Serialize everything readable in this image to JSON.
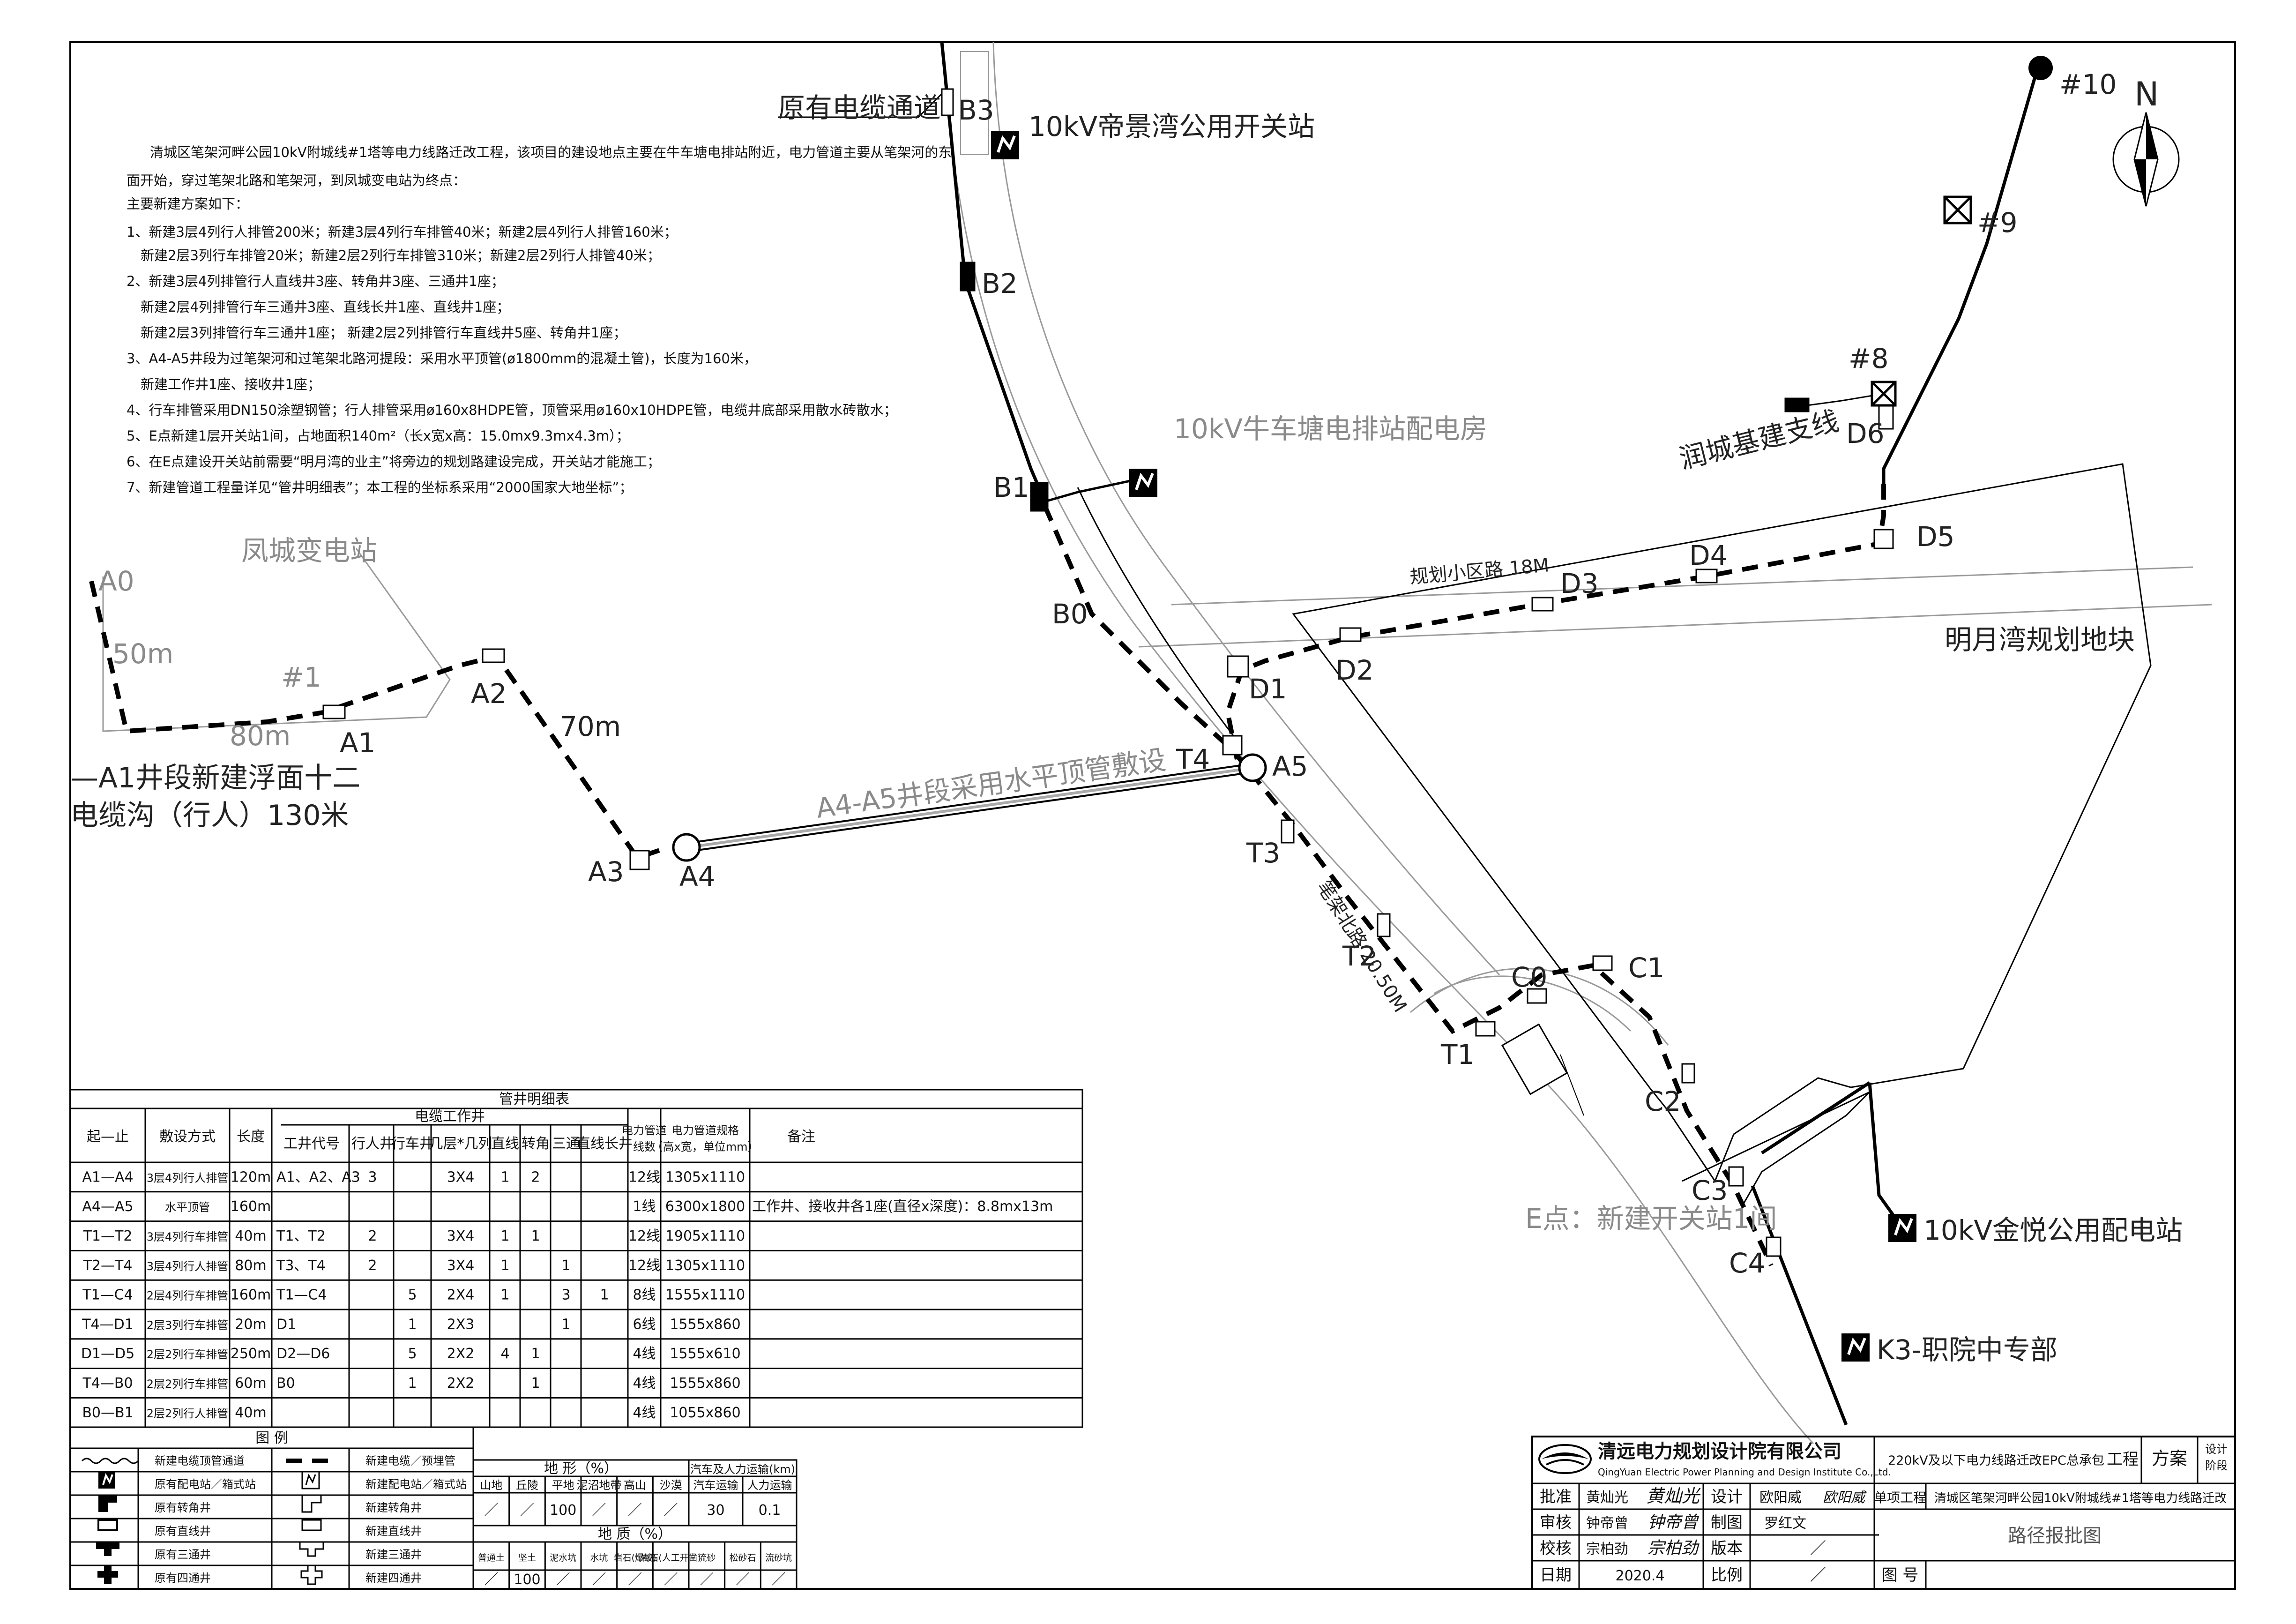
{
  "labels": {
    "b3": "B3",
    "b2": "B2",
    "b1": "B1",
    "b0": "B0",
    "a0": "A0",
    "a1": "A1",
    "a2": "A2",
    "a3": "A3",
    "a4": "A4",
    "a5": "A5",
    "t1": "T1",
    "t2": "T2",
    "t3": "T3",
    "t4": "T4",
    "c0": "C0",
    "c1": "C1",
    "c2": "C2",
    "c3": "C3",
    "c4": "C4",
    "d1": "D1",
    "d2": "D2",
    "d3": "D3",
    "d4": "D4",
    "d5": "D5",
    "d6": "D6",
    "p10": "#10",
    "p9": "#9",
    "p8": "#8",
    "p1": "#1",
    "dist50": "50m",
    "dist80": "80m",
    "dist70": "70m",
    "north": "N",
    "orig_channel": "原有电缆通道",
    "dijing": "10kV帝景湾公用开关站",
    "niuche": "10kV牛车塘电排站配电房",
    "fengcheng": "凤城变电站",
    "runcheng": "润城基建支线",
    "road_plan": "规划小区路 18M",
    "mingyue": "明月湾规划地块",
    "pipe_a4a5": "A4-A5井段采用水平顶管敷设",
    "road_bijia": "笔架北路 20.50M",
    "point_e": "E点：新建开关站1间",
    "jinyue": "10kV金悦公用配电站",
    "k3": "K3-职院中专部",
    "a1_seg_1": "—A1井段新建浮面十二",
    "a1_seg_2": "电缆沟（行人）130米"
  },
  "notes": {
    "line1": "清城区笔架河畔公园10kV附城线#1塔等电力线路迁改工程，该项目的建设地点主要在牛车塘电排站附近，电力管道主要从笔架河的东",
    "line2": "面开始，穿过笔架北路和笔架河，到凤城变电站为终点：",
    "line3": "主要新建方案如下：",
    "line4": "1、新建3层4列行人排管200米；新建3层4列行车排管40米；新建2层4列行人排管160米；",
    "line5": "新建2层3列行车排管20米；新建2层2列行车排管310米；新建2层2列行人排管40米；",
    "line6": "2、新建3层4列排管行人直线井3座、转角井3座、三通井1座；",
    "line7": "新建2层4列排管行车三通井3座、直线长井1座、直线井1座；",
    "line8": "新建2层3列排管行车三通井1座；  新建2层2列排管行车直线井5座、转角井1座；",
    "line9": "3、A4-A5井段为过笔架河和过笔架北路河提段：采用水平顶管(ø1800mm的混凝土管)，长度为160米，",
    "line10": "新建工作井1座、接收井1座；",
    "line11": "4、行车排管采用DN150涂塑钢管；行人排管采用ø160x8HDPE管，顶管采用ø160x10HDPE管，电缆井底部采用散水砖散水；",
    "line12": "5、E点新建1层开关站1间，占地面积140m²（长x宽x高：15.0mx9.3mx4.3m）；",
    "line13": "6、在E点建设开关站前需要“明月湾的业主”将旁边的规划路建设完成，开关站才能施工；",
    "line14": "7、新建管道工程量详见“管井明细表”；本工程的坐标系采用“2000国家大地坐标”；"
  },
  "pipe_table": {
    "title": "管井明细表",
    "h_seg": "起—止",
    "h_method": "敷设方式",
    "h_len": "长度",
    "h_well_group": "电缆工作井",
    "h_code": "工井代号",
    "h_walk": "行人井",
    "h_car": "行车井",
    "h_layers": "几层*几列",
    "h_straight": "直线",
    "h_corner": "转角",
    "h_tee": "三通",
    "h_long": "直线长井",
    "h_count": "电力管道",
    "h_count2": "线数",
    "h_spec": "电力管道规格",
    "h_spec2": "（高x宽，单位mm）",
    "h_note": "备注",
    "rows": [
      {
        "seg": "A1—A4",
        "method": "3层4列行人排管",
        "len": "120m",
        "code": "A1、A2、A3",
        "walk": "3",
        "car": "",
        "layers": "3X4",
        "straight": "1",
        "corner": "2",
        "tee": "",
        "long": "",
        "count": "12线",
        "spec": "1305x1110",
        "note": ""
      },
      {
        "seg": "A4—A5",
        "method": "水平顶管",
        "len": "160m",
        "code": "",
        "walk": "",
        "car": "",
        "layers": "",
        "straight": "",
        "corner": "",
        "tee": "",
        "long": "",
        "count": "1线",
        "spec": "6300x1800",
        "note": "工作井、接收井各1座(直径x深度)：8.8mx13m"
      },
      {
        "seg": "T1—T2",
        "method": "3层4列行车排管",
        "len": "40m",
        "code": "T1、T2",
        "walk": "2",
        "car": "",
        "layers": "3X4",
        "straight": "1",
        "corner": "1",
        "tee": "",
        "long": "",
        "count": "12线",
        "spec": "1905x1110",
        "note": ""
      },
      {
        "seg": "T2—T4",
        "method": "3层4列行人排管",
        "len": "80m",
        "code": "T3、T4",
        "walk": "2",
        "car": "",
        "layers": "3X4",
        "straight": "1",
        "corner": "",
        "tee": "1",
        "long": "",
        "count": "12线",
        "spec": "1305x1110",
        "note": ""
      },
      {
        "seg": "T1—C4",
        "method": "2层4列行车排管",
        "len": "160m",
        "code": "T1—C4",
        "walk": "",
        "car": "5",
        "layers": "2X4",
        "straight": "1",
        "corner": "",
        "tee": "3",
        "long": "1",
        "count": "8线",
        "spec": "1555x1110",
        "note": ""
      },
      {
        "seg": "T4—D1",
        "method": "2层3列行车排管",
        "len": "20m",
        "code": "D1",
        "walk": "",
        "car": "1",
        "layers": "2X3",
        "straight": "",
        "corner": "",
        "tee": "1",
        "long": "",
        "count": "6线",
        "spec": "1555x860",
        "note": ""
      },
      {
        "seg": "D1—D5",
        "method": "2层2列行车排管",
        "len": "250m",
        "code": "D2—D6",
        "walk": "",
        "car": "5",
        "layers": "2X2",
        "straight": "4",
        "corner": "1",
        "tee": "",
        "long": "",
        "count": "4线",
        "spec": "1555x610",
        "note": ""
      },
      {
        "seg": "T4—B0",
        "method": "2层2列行车排管",
        "len": "60m",
        "code": "B0",
        "walk": "",
        "car": "1",
        "layers": "2X2",
        "straight": "",
        "corner": "1",
        "tee": "",
        "long": "",
        "count": "4线",
        "spec": "1555x860",
        "note": ""
      },
      {
        "seg": "B0—B1",
        "method": "2层2列行人排管",
        "len": "40m",
        "code": "",
        "walk": "",
        "car": "",
        "layers": "",
        "straight": "",
        "corner": "",
        "tee": "",
        "long": "",
        "count": "4线",
        "spec": "1055x860",
        "note": ""
      }
    ]
  },
  "legend": {
    "title": "图    例",
    "items_left": [
      "新建电缆顶管通道",
      "原有配电站／箱式站",
      "原有转角井",
      "原有直线井",
      "原有三通井",
      "原有四通井"
    ],
    "items_right": [
      "新建电缆／预埋管",
      "新建配电站／箱式站",
      "新建转角井",
      "新建直线井",
      "新建三通井",
      "新建四通井"
    ]
  },
  "terrain": {
    "h_terrain": "地    形（%）",
    "h_transport": "汽车及人力运输(km)",
    "terrain_cols": [
      "山地",
      "丘陵",
      "平地",
      "泥沼地带",
      "高山",
      "沙漠"
    ],
    "terrain_vals": [
      "／",
      "／",
      "100",
      "／",
      "／",
      "／"
    ],
    "transport_cols": [
      "汽车运输",
      "人力运输"
    ],
    "transport_vals": [
      "30",
      "0.1"
    ],
    "h_geology": "地    质（%）",
    "geology_cols": [
      "普通土",
      "坚土",
      "泥水坑",
      "水坑",
      "岩石(爆破)",
      "岩石(人工开凿)",
      "流砂",
      "松砂石",
      "流砂坑"
    ],
    "geology_vals": [
      "／",
      "100",
      "／",
      "／",
      "／",
      "／",
      "／",
      "／",
      "／"
    ]
  },
  "title_block": {
    "company_cn": "清远电力规划设计院有限公司",
    "company_en": "QingYuan Electric Power Planning and Design Institute Co.,Ltd.",
    "project_group": "220kV及以下电力线路迁改EPC总承包",
    "project_suffix": "工程",
    "stage": "方案",
    "stage_label1": "设计",
    "stage_label2": "阶段",
    "unit_project_label": "单项工程",
    "unit_project": "清城区笔架河畔公园10kV附城线#1塔等电力线路迁改",
    "drawing_name": "路径报批图",
    "approve_label": "批准",
    "approve_name": "黄灿光",
    "review_label": "审核",
    "review_name": "钟帝曾",
    "check_label": "校核",
    "check_name": "宗柏劲",
    "date_label": "日期",
    "date": "2020.4",
    "design_label": "设计",
    "design_name": "欧阳威",
    "draw_label": "制图",
    "draw_name": "罗红文",
    "version_label": "版本",
    "version": "／",
    "scale_label": "比例",
    "scale": "／",
    "drawing_no_label": "图    号",
    "sig_approve": "黄灿光",
    "sig_review": "钟帝曾",
    "sig_check": "宗柏劲",
    "sig_design": "欧阳威"
  }
}
